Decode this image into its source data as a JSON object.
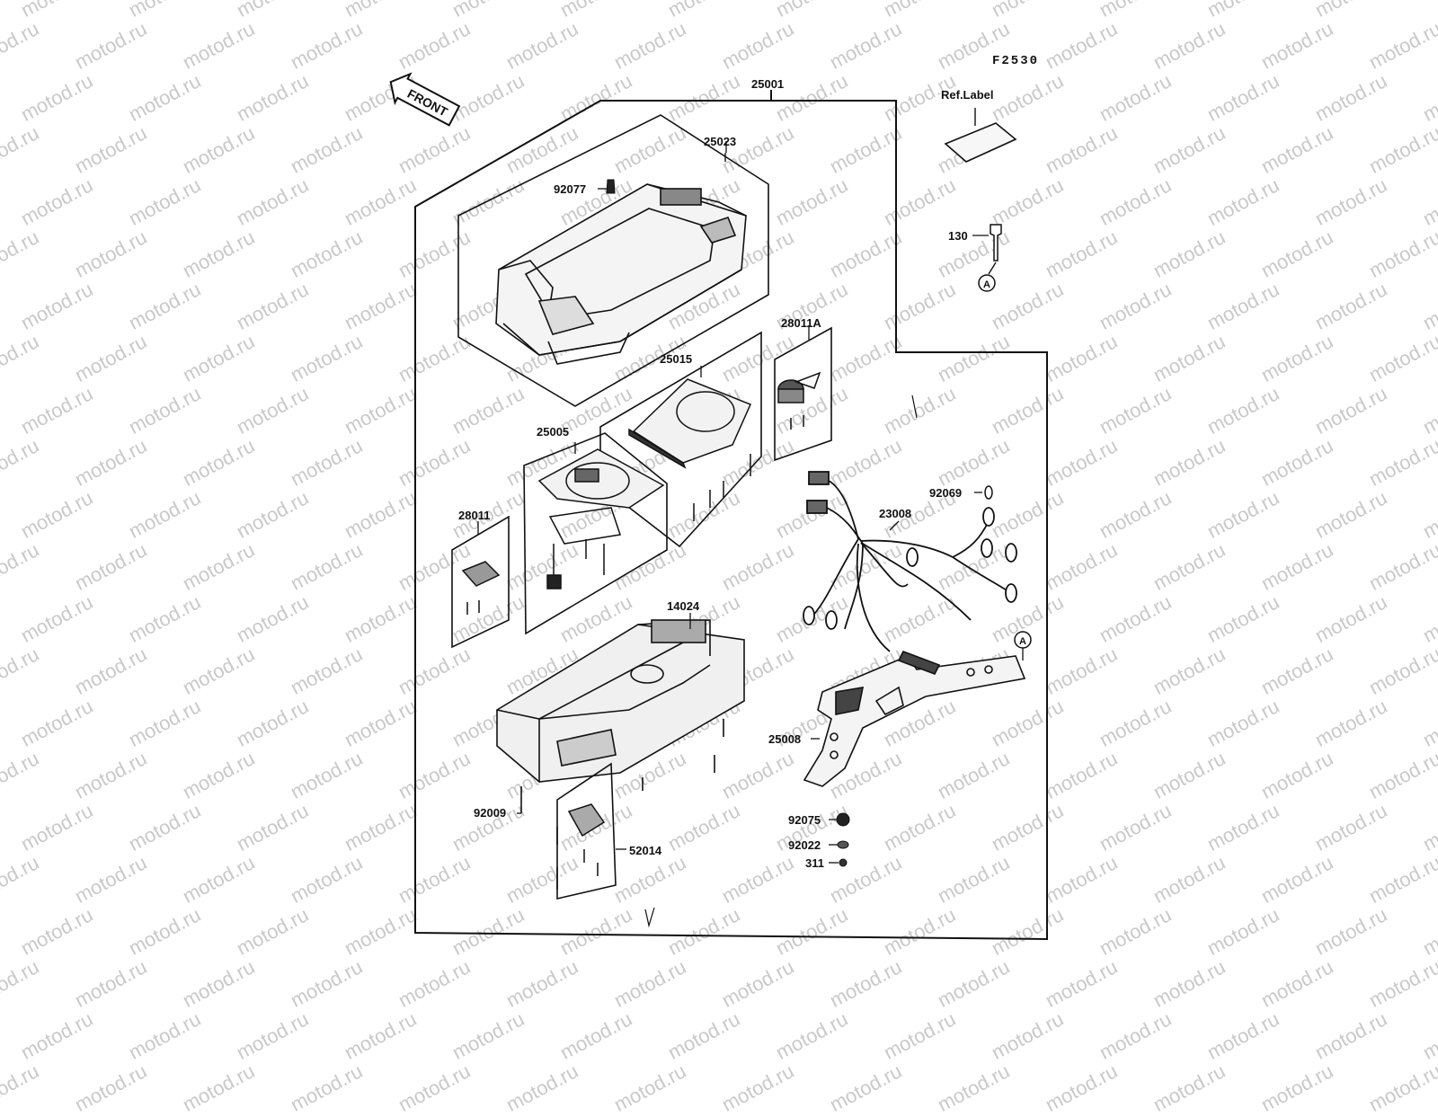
{
  "figure_code": "F2530",
  "front_arrow_text": "FRONT",
  "watermark_text": "motod.ru",
  "ref_label_text": "Ref.Label",
  "callout_marker": "A",
  "parts": {
    "p25001": "25001",
    "p25023": "25023",
    "p92077": "92077",
    "p25015": "25015",
    "p25005": "25005",
    "p28011A": "28011A",
    "p28011": "28011",
    "p14024": "14024",
    "p92009": "92009",
    "p52014": "52014",
    "p23008": "23008",
    "p92069": "92069",
    "p130": "130",
    "p25008": "25008",
    "p92075": "92075",
    "p92022": "92022",
    "p311": "311"
  },
  "colors": {
    "line": "#111111",
    "watermark": "#c9c9c9"
  }
}
